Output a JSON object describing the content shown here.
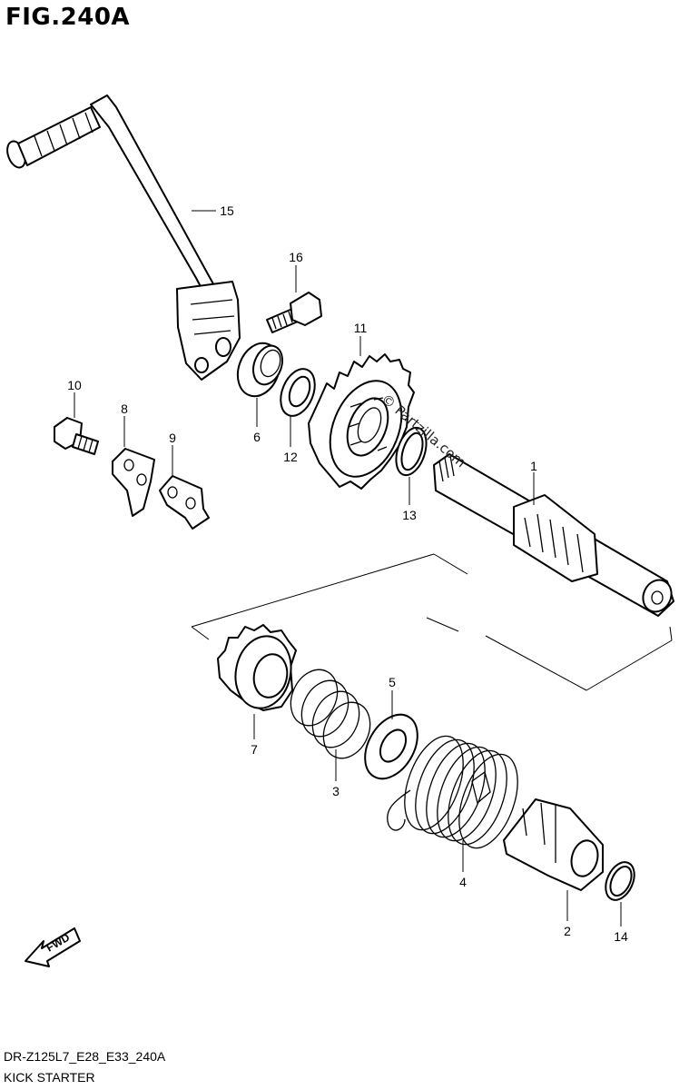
{
  "figure": {
    "title": "FIG.240A",
    "code": "DR-Z125L7_E28_E33_240A",
    "name": "KICK STARTER",
    "watermark": "© Partzilla.com",
    "direction_label": "FWD"
  },
  "callouts": [
    {
      "number": "1",
      "part": "shaft"
    },
    {
      "number": "2",
      "part": "guide"
    },
    {
      "number": "3",
      "part": "spring"
    },
    {
      "number": "4",
      "part": "return-spring"
    },
    {
      "number": "5",
      "part": "washer"
    },
    {
      "number": "6",
      "part": "oil-seal"
    },
    {
      "number": "7",
      "part": "ratchet-gear"
    },
    {
      "number": "8",
      "part": "stopper-plate"
    },
    {
      "number": "9",
      "part": "stopper-plate"
    },
    {
      "number": "10",
      "part": "bolt"
    },
    {
      "number": "11",
      "part": "idle-gear"
    },
    {
      "number": "12",
      "part": "washer"
    },
    {
      "number": "13",
      "part": "circlip"
    },
    {
      "number": "14",
      "part": "circlip"
    },
    {
      "number": "15",
      "part": "kick-lever"
    },
    {
      "number": "16",
      "part": "bolt"
    }
  ]
}
